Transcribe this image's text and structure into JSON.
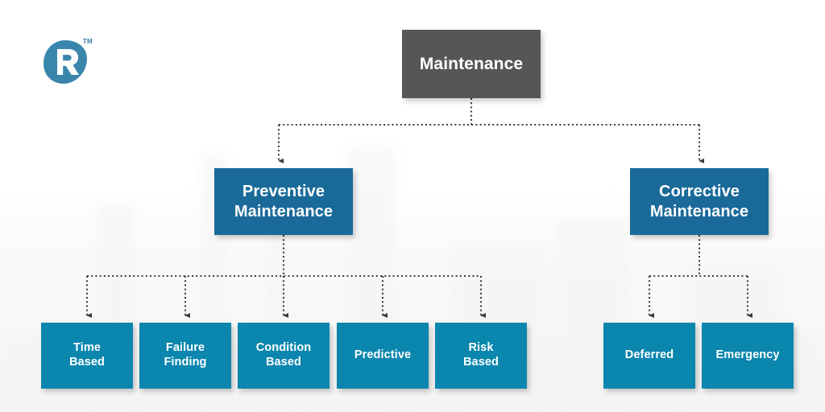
{
  "brand": {
    "logo_letter": "R",
    "logo_trademark": "TM",
    "logo_color": "#3a85ab"
  },
  "colors": {
    "root_box": "#565656",
    "level2_box": "#1a6a99",
    "leaf_box": "#0b86ae",
    "connector": "#3c3c3c",
    "text": "#ffffff",
    "background": "#ffffff"
  },
  "diagram": {
    "type": "tree",
    "root": {
      "id": "maintenance",
      "label": "Maintenance"
    },
    "branches": [
      {
        "id": "preventive-maintenance",
        "label": "Preventive\nMaintenance",
        "children": [
          {
            "id": "time-based",
            "label": "Time\nBased"
          },
          {
            "id": "failure-finding",
            "label": "Failure\nFinding"
          },
          {
            "id": "condition-based",
            "label": "Condition\nBased"
          },
          {
            "id": "predictive",
            "label": "Predictive"
          },
          {
            "id": "risk-based",
            "label": "Risk\nBased"
          }
        ]
      },
      {
        "id": "corrective-maintenance",
        "label": "Corrective\nMaintenance",
        "children": [
          {
            "id": "deferred",
            "label": "Deferred"
          },
          {
            "id": "emergency",
            "label": "Emergency"
          }
        ]
      }
    ]
  }
}
